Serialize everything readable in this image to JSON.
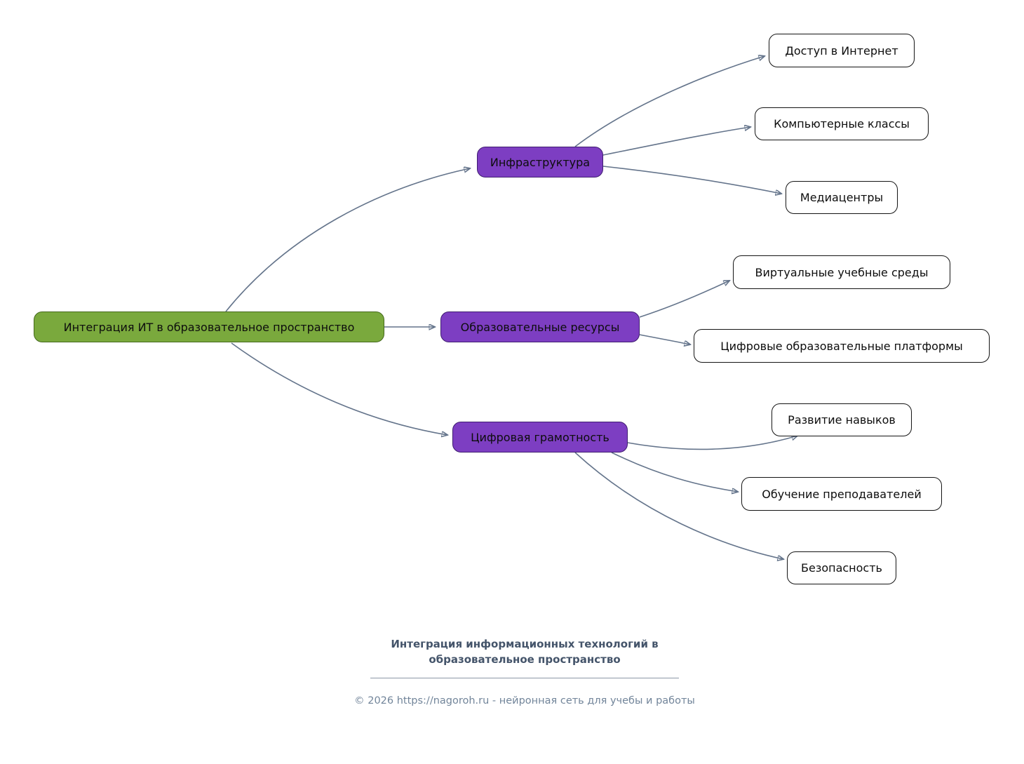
{
  "mindmap": {
    "root": {
      "label": "Интеграция ИТ в образовательное пространство"
    },
    "branches": [
      {
        "label": "Инфраструктура"
      },
      {
        "label": "Образовательные ресурсы"
      },
      {
        "label": "Цифровая грамотность"
      }
    ],
    "leaves": [
      {
        "label": "Доступ в Интернет",
        "parent": "Инфраструктура"
      },
      {
        "label": "Компьютерные классы",
        "parent": "Инфраструктура"
      },
      {
        "label": "Медиацентры",
        "parent": "Инфраструктура"
      },
      {
        "label": "Виртуальные учебные среды",
        "parent": "Образовательные ресурсы"
      },
      {
        "label": "Цифровые образовательные платформы",
        "parent": "Образовательные ресурсы"
      },
      {
        "label": "Развитие навыков",
        "parent": "Цифровая грамотность"
      },
      {
        "label": "Обучение преподавателей",
        "parent": "Цифровая грамотность"
      },
      {
        "label": "Безопасность",
        "parent": "Цифровая грамотность"
      }
    ],
    "colors": {
      "root_fill": "#7aa93d",
      "root_border": "#44691c",
      "branch_fill": "#7d3ec2",
      "branch_border": "#3f1d70",
      "leaf_fill": "#ffffff",
      "leaf_border": "#141414",
      "edge": "#64748b"
    }
  },
  "footer": {
    "title": "Интеграция информационных технологий в образовательное пространство",
    "copyright": "© 2026 https://nagoroh.ru - нейронная сеть для учебы и работы"
  }
}
